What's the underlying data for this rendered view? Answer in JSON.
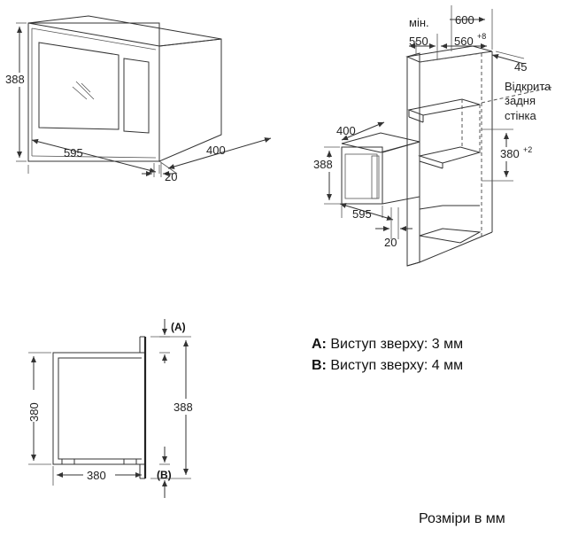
{
  "front_view": {
    "height": "388",
    "width": "595",
    "depth": "400",
    "frame": "20"
  },
  "niche_view": {
    "min_label": "мін.",
    "cabinet_depth_min": "550",
    "cabinet_width": "600",
    "niche_width": "560",
    "niche_width_tol": "+8",
    "side_gap": "45",
    "open_back": [
      "Відкрита",
      "задня",
      "стінка"
    ],
    "appliance_depth": "400",
    "appliance_height": "388",
    "appliance_width": "595",
    "frame": "20",
    "niche_height": "380",
    "niche_height_tol": "+2"
  },
  "side_view": {
    "label_a": "(A)",
    "label_b": "(B)",
    "inner_height": "380",
    "outer_height": "388",
    "depth": "380"
  },
  "legend": {
    "a_key": "A:",
    "a_text": " Виступ зверху: 3 мм",
    "b_key": "B:",
    "b_text": " Виступ зверху: 4 мм"
  },
  "units": "Розміри в мм"
}
